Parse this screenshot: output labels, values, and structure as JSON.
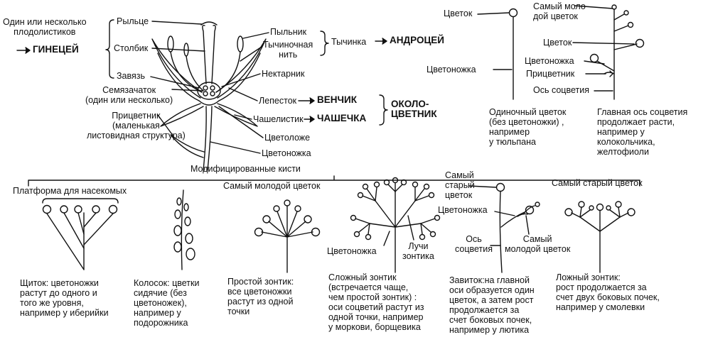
{
  "flower": {
    "one_or_more_carpels": "Один или несколько\nплодолистиков",
    "gynoecium": "ГИНЕЦЕЙ",
    "stigma": "Рыльце",
    "style": "Столбик",
    "ovary": "Завязь",
    "ovule": "Семязачаток\n(один или несколько)",
    "bract": "Прицветник\n(маленькая\nлистовидная структура)",
    "anther": "Пыльник",
    "filament": "Тычиночная\nнить",
    "stamen": "Тычинка",
    "androecium": "АНДРОЦЕЙ",
    "nectary": "Нектарник",
    "petal": "Лепесток",
    "corolla": "ВЕНЧИК",
    "sepal": "Чашелистик",
    "calyx": "ЧАШЕЧКА",
    "perianth": "ОКОЛО-\nЦВЕТНИК",
    "receptacle": "Цветоложе",
    "pedicel": "Цветоножка"
  },
  "solitary": {
    "flower_label": "Цветок",
    "pedicel_label": "Цветоножка",
    "caption": "Одиночный цветок\n(без цветоножки) ,\nнапример\nу тюльпана"
  },
  "raceme": {
    "youngest": "Самый моло-\nдой цветок",
    "flower_label": "Цветок",
    "pedicel_label": "Цветоножка",
    "bract_label": "Прицветник",
    "axis_label": "Ось соцветия",
    "caption": "Главная ось соцветия\nпродолжает расти,\nнапример у\nколокольчика,\nжелтофиоли"
  },
  "section_title": "Модифицированные кисти",
  "corymb": {
    "platform": "Платформа для насекомых",
    "caption": "Щиток: цветоножки\nрастут до одного и\nтого же уровня,\nнапример у иберийки"
  },
  "spike": {
    "caption": "Колосок: цветки\nсидячие (без\nцветоножек),\nнапример у\nподорожника"
  },
  "umbel": {
    "youngest": "Самый молодой цветок",
    "caption": "Простой зонтик:\nвсе цветоножки\nрастут из одной\nточки"
  },
  "compound_umbel": {
    "pedicel_label": "Цветоножка",
    "rays_label": "Лучи\nзонтика",
    "caption": "Сложный зонтик\n(встречается чаще,\nчем простой зонтик) :\nоси соцветий растут из\nодной точки, например\nу моркови, борщевика"
  },
  "cyme": {
    "oldest": "Самый\nстарый\nцветок",
    "pedicel_label": "Цветоножка",
    "axis_label": "Ось\nсоцветия",
    "youngest": "Самый\nмолодой цветок",
    "caption": "Завиток:на главной\nоси образуется один\nцветок, а затем рост\nпродолжается за\nсчет боковых почек,\nнапример у лютика"
  },
  "false_umbel": {
    "oldest": "Самый старый цветок",
    "caption": "Ложный зонтик:\nрост продолжается за\nсчет двух боковых почек,\nнапример у смолевки"
  }
}
